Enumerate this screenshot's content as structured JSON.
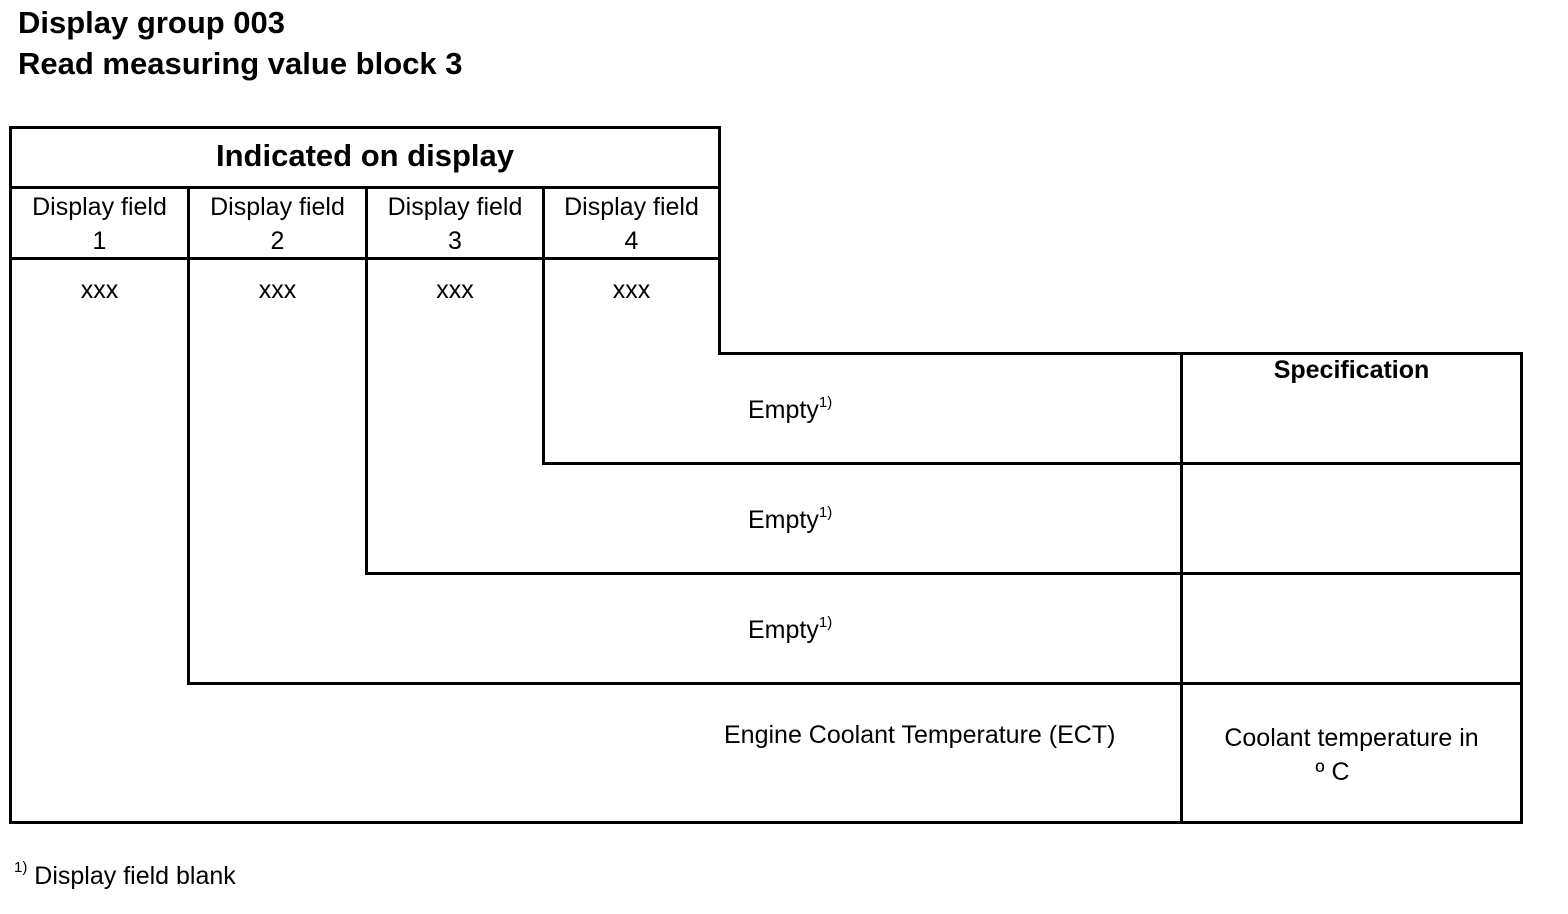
{
  "title": {
    "line1": "Display group 003",
    "line2": "Read measuring value block 3"
  },
  "table": {
    "header": "Indicated on display",
    "fields": [
      {
        "label": "Display field",
        "number": "1",
        "value": "xxx"
      },
      {
        "label": "Display field",
        "number": "2",
        "value": "xxx"
      },
      {
        "label": "Display field",
        "number": "3",
        "value": "xxx"
      },
      {
        "label": "Display field",
        "number": "4",
        "value": "xxx"
      }
    ],
    "specification_header": "Specification",
    "rows": [
      {
        "description": "Empty",
        "note": "1)",
        "specification": ""
      },
      {
        "description": "Empty",
        "note": "1)",
        "specification": ""
      },
      {
        "description": "Empty",
        "note": "1)",
        "specification": ""
      },
      {
        "description": "Engine Coolant Temperature (ECT)",
        "note": "",
        "specification_line1": "Coolant temperature in",
        "specification_line2": "º C"
      }
    ]
  },
  "footnote": {
    "marker": "1)",
    "text": "Display field blank"
  }
}
